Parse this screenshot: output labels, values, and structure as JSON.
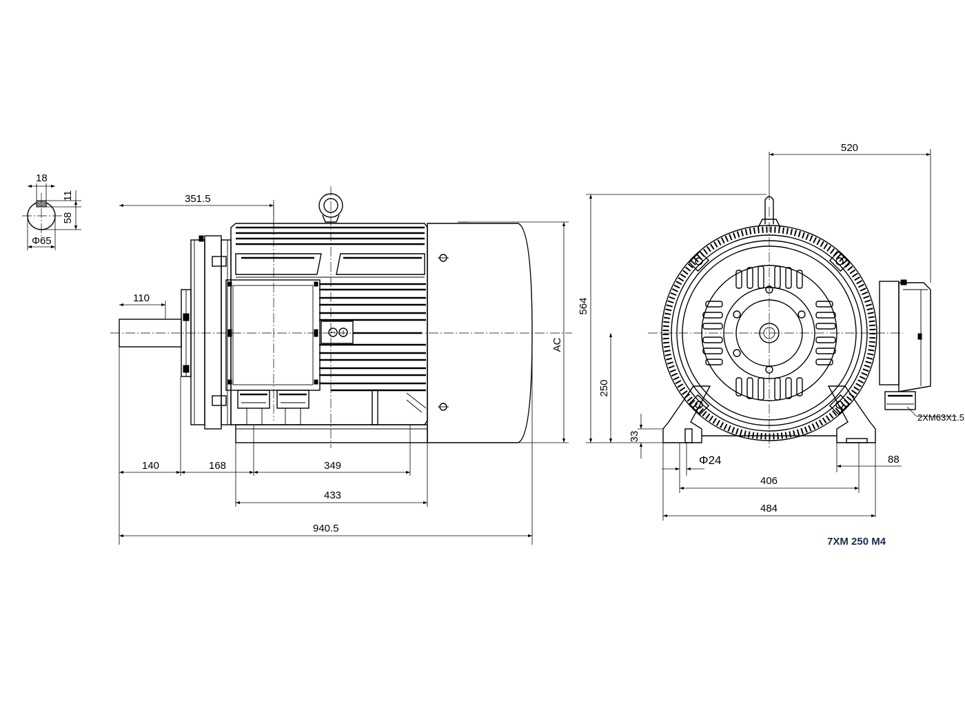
{
  "shaft_section": {
    "key_width": "18",
    "key_depth": "11",
    "shaft_height": "58",
    "shaft_diameter": "Φ65"
  },
  "side_view": {
    "shaft_to_centre": "351.5",
    "shaft_length": "110",
    "shaft_to_foot_hole": "140",
    "foot_offset": "168",
    "foot_hole_span": "349",
    "foot_length": "433",
    "overall_length": "940.5",
    "fan_cover_diameter": "AC"
  },
  "end_view": {
    "terminal_width": "520",
    "overall_height": "564",
    "shaft_height": "250",
    "foot_thickness": "33",
    "foot_hole_diameter": "Φ24",
    "foot_pad_width": "88",
    "foot_hole_span": "406",
    "foot_width": "484",
    "cable_gland": "2XM63X1.5"
  },
  "model": "7XM 250 M4"
}
